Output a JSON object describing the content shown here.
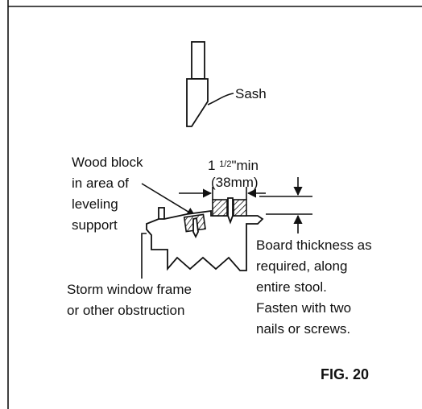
{
  "labels": {
    "sash": "Sash",
    "wood_block": [
      "Wood block",
      "in area of",
      "leveling",
      "support"
    ],
    "clearance_whole": "1 ",
    "clearance_fraction": "1/2",
    "clearance_suffix": "\"min",
    "clearance_metric": "(38mm)",
    "board_thickness": [
      "Board thickness as",
      "required, along",
      "entire stool.",
      "Fasten with two",
      "nails or screws."
    ],
    "storm_window": [
      "Storm window frame",
      "or other obstruction"
    ],
    "figure_number": "FIG. 20"
  },
  "colors": {
    "ink": "#111111",
    "background": "#ffffff"
  }
}
